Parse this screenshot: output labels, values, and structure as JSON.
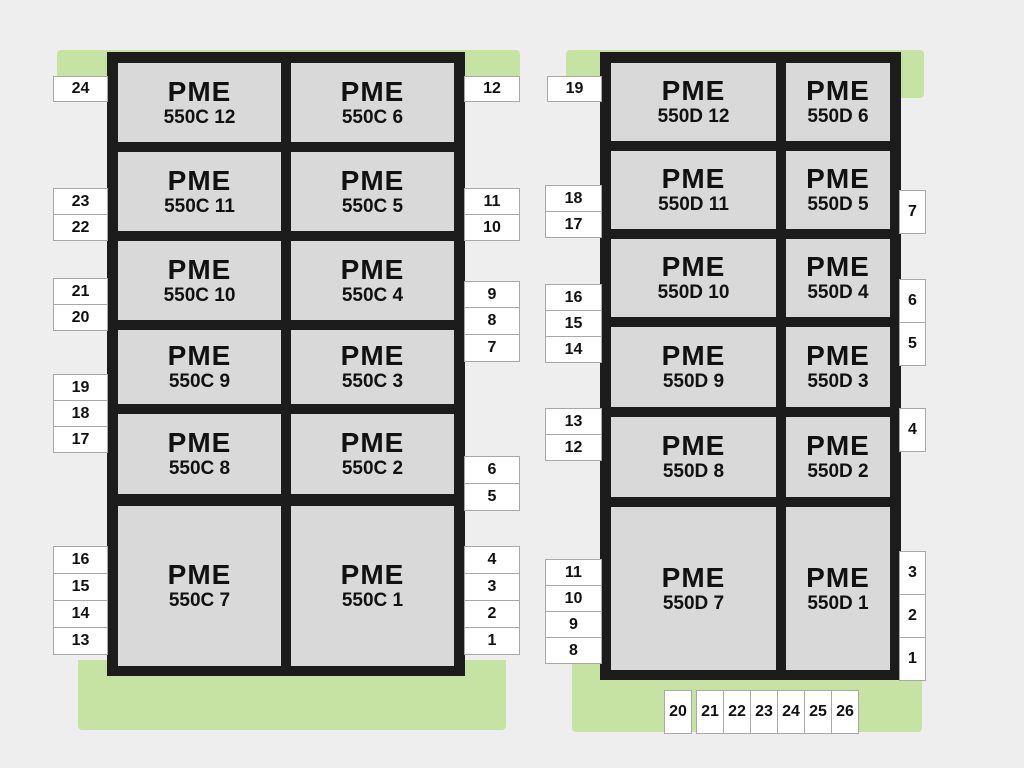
{
  "building_c": {
    "units": [
      {
        "label": "PME",
        "code": "550C 12"
      },
      {
        "label": "PME",
        "code": "550C 6"
      },
      {
        "label": "PME",
        "code": "550C 11"
      },
      {
        "label": "PME",
        "code": "550C 5"
      },
      {
        "label": "PME",
        "code": "550C 10"
      },
      {
        "label": "PME",
        "code": "550C 4"
      },
      {
        "label": "PME",
        "code": "550C 9"
      },
      {
        "label": "PME",
        "code": "550C 3"
      },
      {
        "label": "PME",
        "code": "550C 8"
      },
      {
        "label": "PME",
        "code": "550C 2"
      },
      {
        "label": "PME",
        "code": "550C 7"
      },
      {
        "label": "PME",
        "code": "550C 1"
      }
    ],
    "left_spaces": [
      "24",
      "23",
      "22",
      "21",
      "20",
      "19",
      "18",
      "17",
      "16",
      "15",
      "14",
      "13"
    ],
    "right_spaces": [
      "12",
      "11",
      "10",
      "9",
      "8",
      "7",
      "6",
      "5",
      "4",
      "3",
      "2",
      "1"
    ]
  },
  "building_d": {
    "units": [
      {
        "label": "PME",
        "code": "550D 12"
      },
      {
        "label": "PME",
        "code": "550D 6"
      },
      {
        "label": "PME",
        "code": "550D 11"
      },
      {
        "label": "PME",
        "code": "550D 5"
      },
      {
        "label": "PME",
        "code": "550D 10"
      },
      {
        "label": "PME",
        "code": "550D 4"
      },
      {
        "label": "PME",
        "code": "550D 9"
      },
      {
        "label": "PME",
        "code": "550D 3"
      },
      {
        "label": "PME",
        "code": "550D 8"
      },
      {
        "label": "PME",
        "code": "550D 2"
      },
      {
        "label": "PME",
        "code": "550D 7"
      },
      {
        "label": "PME",
        "code": "550D 1"
      }
    ],
    "left_spaces": [
      "19",
      "18",
      "17",
      "16",
      "15",
      "14",
      "13",
      "12",
      "11",
      "10",
      "9",
      "8"
    ],
    "right_spaces": [
      "7",
      "6",
      "5",
      "4",
      "3",
      "2",
      "1"
    ],
    "bottom_spaces": [
      "20",
      "21",
      "22",
      "23",
      "24",
      "25",
      "26"
    ]
  }
}
